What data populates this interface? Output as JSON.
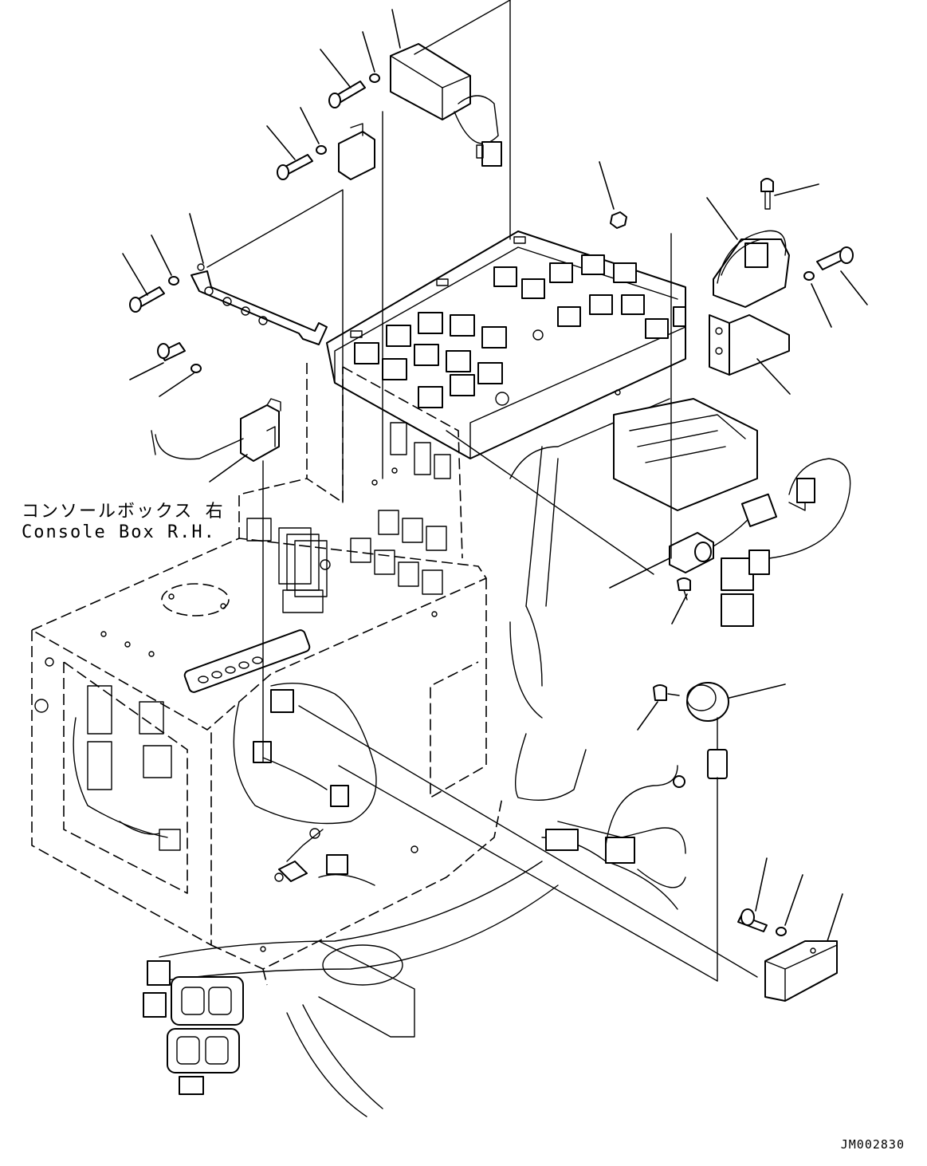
{
  "labels": {
    "console_box_jp": "コンソールボックス 右",
    "console_box_en": "Console Box R.H."
  },
  "drawing_code": "JM002830",
  "colors": {
    "line": "#000000",
    "background": "#ffffff"
  }
}
